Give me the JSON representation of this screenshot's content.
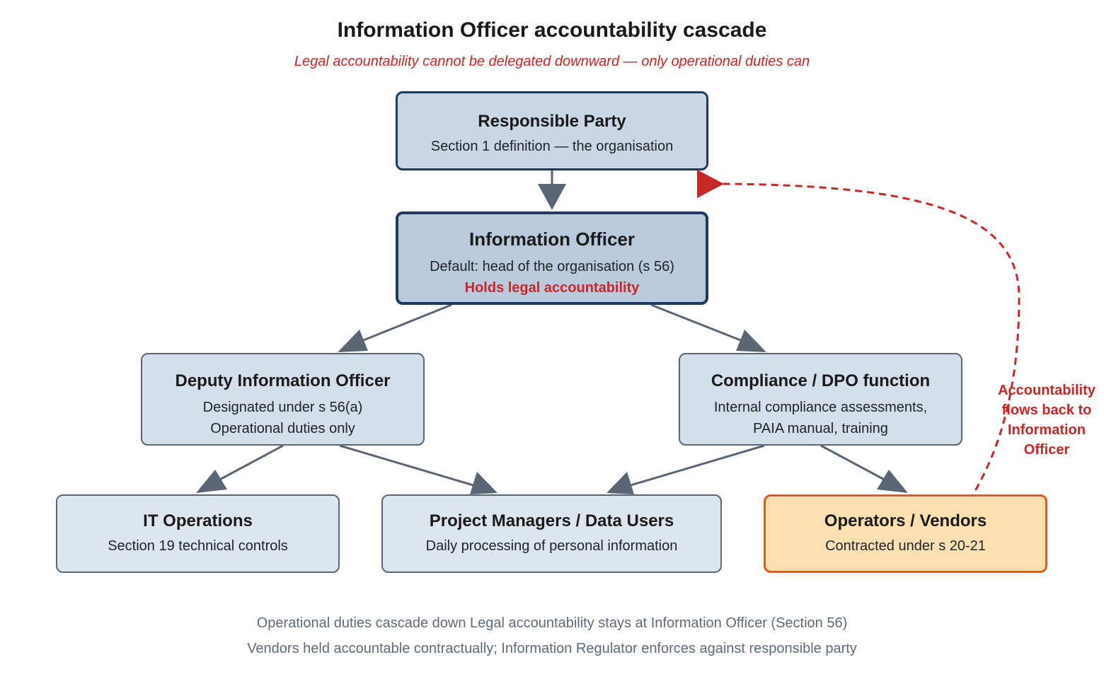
{
  "title": "Information Officer accountability cascade",
  "subtitle": "Legal accountability cannot be delegated downward — only operational duties can",
  "nodes": {
    "responsible_party": {
      "name": "Responsible Party",
      "line1": "Section 1 definition — the organisation"
    },
    "information_officer": {
      "name": "Information Officer",
      "line1": "Default: head of the organisation (s 56)",
      "line2": "Holds legal accountability"
    },
    "deputy_io": {
      "name": "Deputy Information Officer",
      "line1": "Designated under s 56(a)",
      "line2": "Operational duties only"
    },
    "compliance_dpo": {
      "name": "Compliance / DPO function",
      "line1": "Internal compliance assessments,",
      "line2": "PAIA manual, training"
    },
    "it_operations": {
      "name": "IT Operations",
      "line1": "Section 19 technical controls"
    },
    "project_managers": {
      "name": "Project Managers / Data Users",
      "line1": "Daily processing of personal information"
    },
    "operators_vendors": {
      "name": "Operators / Vendors",
      "line1": "Contracted under s 20-21"
    }
  },
  "feedback_label": [
    "Accountability",
    "flows back to",
    "Information",
    "Officer"
  ],
  "edges": [
    {
      "from": "responsible_party",
      "to": "information_officer",
      "style": "solid"
    },
    {
      "from": "information_officer",
      "to": "deputy_io",
      "style": "solid"
    },
    {
      "from": "information_officer",
      "to": "compliance_dpo",
      "style": "solid"
    },
    {
      "from": "deputy_io",
      "to": "it_operations",
      "style": "solid"
    },
    {
      "from": "deputy_io",
      "to": "project_managers",
      "style": "solid"
    },
    {
      "from": "compliance_dpo",
      "to": "project_managers",
      "style": "solid"
    },
    {
      "from": "compliance_dpo",
      "to": "operators_vendors",
      "style": "solid"
    },
    {
      "from": "operators_vendors",
      "to": "information_officer",
      "style": "dashed"
    }
  ],
  "footer": {
    "line1": "Operational duties cascade down Legal accountability stays at Information Officer (Section 56)",
    "line2": "Vendors held accountable contractually; Information Regulator enforces against responsible party"
  },
  "colors": {
    "arrow": "#5a6675",
    "accent_red": "#c62828",
    "vendor_border": "#e8591a",
    "vendor_fill": "#fde0b2",
    "top_border": "#1e3a5f"
  }
}
